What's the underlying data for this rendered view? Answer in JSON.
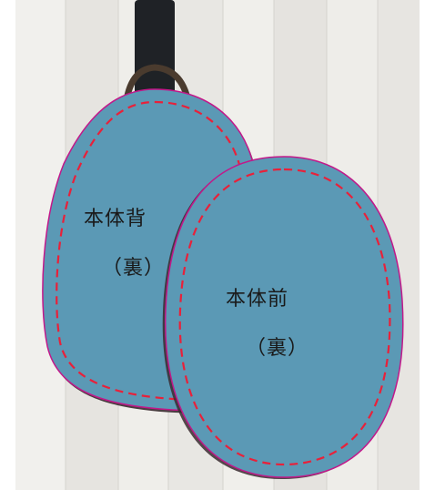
{
  "pieces": {
    "back": {
      "title": "本体背",
      "sub": "（裏）"
    },
    "front": {
      "title": "本体前",
      "sub": "（裏）"
    }
  },
  "colors": {
    "fabric": "#5b99b5",
    "stitch": "#e8213a",
    "fabric_edge": "#c2188a",
    "strap": "#1f2226",
    "floor": "#ecebe8"
  }
}
